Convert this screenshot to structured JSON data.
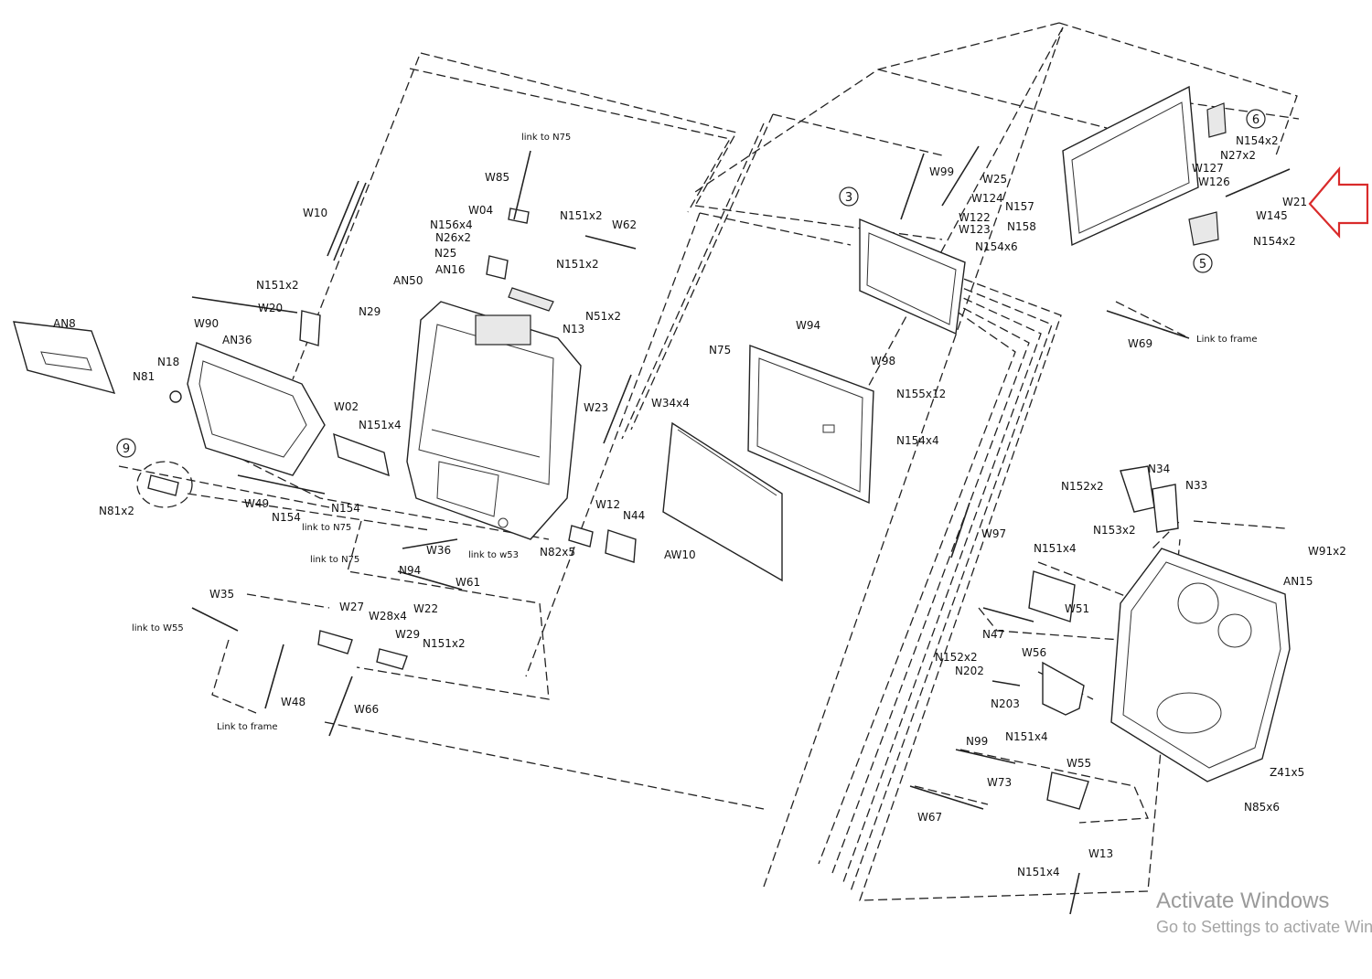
{
  "labels": {
    "W10": "W10",
    "W20": "W20",
    "N151x2_a": "N151x2",
    "W90": "W90",
    "AN8": "AN8",
    "AN36": "AN36",
    "N18": "N18",
    "N81": "N81",
    "W02": "W02",
    "N151x4_a": "N151x4",
    "N81x2": "N81x2",
    "W49": "W49",
    "N154_a": "N154",
    "N154_b": "N154",
    "W36": "W36",
    "N94": "N94",
    "W22": "W22",
    "W61": "W61",
    "W35": "W35",
    "W27": "W27",
    "W28x4": "W28x4",
    "W29": "W29",
    "N151x2_b": "N151x2",
    "W48": "W48",
    "W66": "W66",
    "W85": "W85",
    "W04": "W04",
    "N156x4": "N156x4",
    "N26x2": "N26x2",
    "N25": "N25",
    "AN16": "AN16",
    "N151x2_c": "N151x2",
    "N151x2_d": "N151x2",
    "W62": "W62",
    "AN50": "AN50",
    "N29": "N29",
    "N13": "N13",
    "N51x2": "N51x2",
    "W23": "W23",
    "W34x4": "W34x4",
    "W12": "W12",
    "N44": "N44",
    "N82x5": "N82x5",
    "AW10": "AW10",
    "N75": "N75",
    "W94": "W94",
    "W98": "W98",
    "N155x12": "N155x12",
    "N154x4": "N154x4",
    "W99": "W99",
    "W25": "W25",
    "W124": "W124",
    "W122": "W122",
    "W123": "W123",
    "N154x6": "N154x6",
    "N157": "N157",
    "N158": "N158",
    "W127": "W127",
    "W126": "W126",
    "N27x2": "N27x2",
    "N154x2_a": "N154x2",
    "N154x2_b": "N154x2",
    "W21": "W21",
    "W145": "W145",
    "W69": "W69",
    "W97": "W97",
    "N152x2_a": "N152x2",
    "N34": "N34",
    "N33": "N33",
    "N153x2": "N153x2",
    "W91x2": "W91x2",
    "AN15": "AN15",
    "N151x4_b": "N151x4",
    "W51": "W51",
    "N47": "N47",
    "N152x2_b": "N152x2",
    "N202": "N202",
    "W56": "W56",
    "N203": "N203",
    "N99": "N99",
    "N151x4_c": "N151x4",
    "W55": "W55",
    "W73": "W73",
    "W67": "W67",
    "Z41x5": "Z41x5",
    "N85x6": "N85x6",
    "W13": "W13",
    "N151x4_d": "N151x4"
  },
  "notes": {
    "link_n75_top": "link to N75",
    "link_n75_a": "link to N75",
    "link_n75_b": "link to N75",
    "link_w53": "link to w53",
    "link_w55": "link to W55",
    "link_frame_a": "Link to frame",
    "link_frame_b": "Link to frame"
  },
  "callouts": {
    "c3": "3",
    "c5": "5",
    "c6": "6",
    "c9": "9"
  },
  "watermark": {
    "line1": "Activate Windows",
    "line2": "Go to Settings to activate Windows."
  },
  "colors": {
    "ink": "#222222",
    "arrow": "#d92b2b",
    "watermark": "#9a9a9a"
  }
}
